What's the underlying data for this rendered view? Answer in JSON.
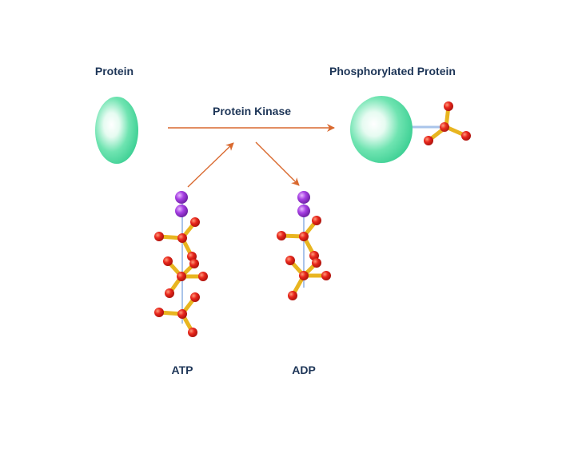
{
  "labels": {
    "protein": "Protein",
    "phosphorylated_protein": "Phosphorylated Protein",
    "kinase": "Protein Kinase",
    "atp": "ATP",
    "adp": "ADP"
  },
  "colors": {
    "text": "#1d3557",
    "arrow": "#d9692f",
    "protein_body": "#5ee0a6",
    "protein_highlight": "#ffffff",
    "stick": "#e8b520",
    "oxygen": "#e0201a",
    "phosphorus": "#f0b52a",
    "ribose": "#a23ee0",
    "backbone": "#a9c4ea"
  }
}
